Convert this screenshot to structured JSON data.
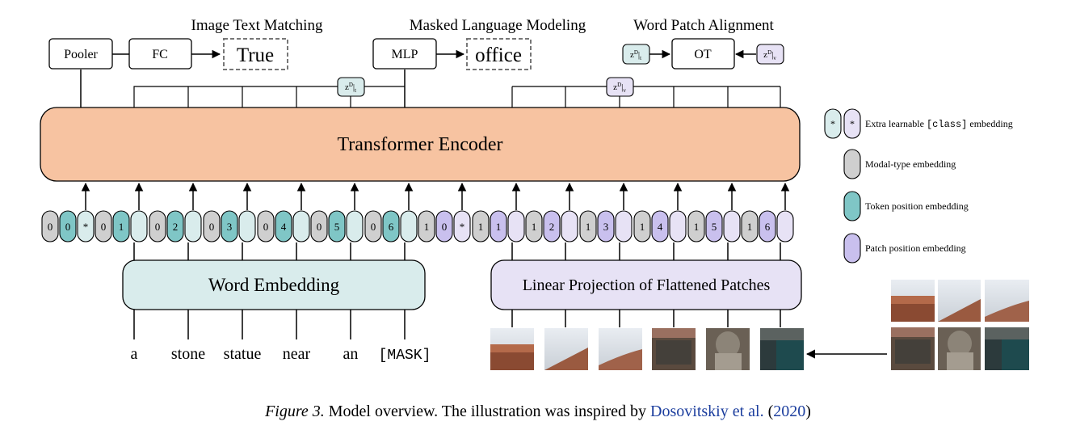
{
  "heads": {
    "itm": {
      "title": "Image Text Matching",
      "pooler": "Pooler",
      "fc": "FC",
      "output": "True"
    },
    "mlm": {
      "title": "Masked Language Modeling",
      "mlp": "MLP",
      "output": "office"
    },
    "wpa": {
      "title": "Word Patch Alignment",
      "ot": "OT"
    }
  },
  "encoder_label": "Transformer Encoder",
  "word_embedding_label": "Word Embedding",
  "patch_projection_label": "Linear Projection of Flattened Patches",
  "words": [
    "a",
    "stone",
    "statue",
    "near",
    "an",
    "[MASK]"
  ],
  "text_tokens": [
    {
      "modal": "0",
      "pos": "0",
      "extra": "*"
    },
    {
      "modal": "0",
      "pos": "1"
    },
    {
      "modal": "0",
      "pos": "2"
    },
    {
      "modal": "0",
      "pos": "3"
    },
    {
      "modal": "0",
      "pos": "4"
    },
    {
      "modal": "0",
      "pos": "5"
    },
    {
      "modal": "0",
      "pos": "6"
    }
  ],
  "image_tokens": [
    {
      "modal": "1",
      "pos": "0",
      "extra": "*"
    },
    {
      "modal": "1",
      "pos": "1"
    },
    {
      "modal": "1",
      "pos": "2"
    },
    {
      "modal": "1",
      "pos": "3"
    },
    {
      "modal": "1",
      "pos": "4"
    },
    {
      "modal": "1",
      "pos": "5"
    },
    {
      "modal": "1",
      "pos": "6"
    }
  ],
  "legend": [
    {
      "label_before": "Extra learnable ",
      "label_code": "[class]",
      "label_after": " embedding"
    },
    {
      "label_before": "Modal-type embedding"
    },
    {
      "label_before": "Token position embedding"
    },
    {
      "label_before": "Patch position embedding"
    }
  ],
  "caption": {
    "figure_label": "Figure 3.",
    "text": " Model overview. The illustration was inspired by ",
    "cite": "Dosovitskiy et al.",
    "open": " (",
    "year": "2020",
    "close": ")"
  },
  "colors": {
    "encoder": "#f7c3a1",
    "word_embedding": "#d9ecec",
    "patch_projection": "#e7e2f5",
    "modal_type": "#cfcfcf",
    "token_position": "#7fc6c6",
    "patch_position": "#c9c0ee",
    "text_extra": "#d9ecec",
    "image_extra": "#e7e2f5",
    "text_z": "#d9ecec",
    "image_z": "#e7e2f5",
    "link": "#1c3e9e"
  }
}
